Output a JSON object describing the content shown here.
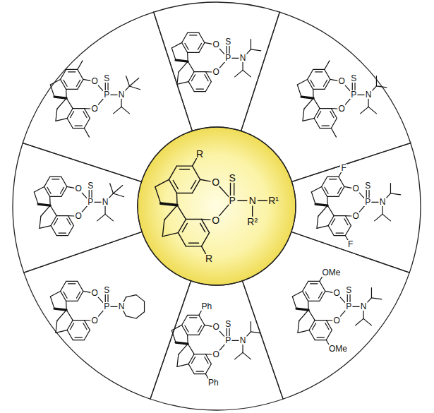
{
  "diagram": {
    "nodes": [
      {
        "text": [
          "R",
          "S",
          "O",
          "P",
          "N",
          "R¹",
          "O",
          "R²",
          "R"
        ]
      },
      {
        "text": [
          "S",
          "O",
          "P",
          "N",
          "O"
        ]
      },
      {
        "text": [
          "S",
          "O",
          "P",
          "N",
          "O"
        ]
      },
      {
        "text": [
          "F",
          "S",
          "O",
          "P",
          "N",
          "O",
          "F"
        ]
      },
      {
        "text": [
          "OMe",
          "S",
          "O",
          "P",
          "N",
          "O",
          "OMe"
        ]
      },
      {
        "text": [
          "Ph",
          "S",
          "O",
          "P",
          "N",
          "O",
          "Ph"
        ]
      },
      {
        "text": [
          "S",
          "O",
          "P",
          "N",
          "O"
        ]
      },
      {
        "text": [
          "S",
          "O",
          "P",
          "N",
          "O"
        ]
      },
      {
        "text": [
          "S",
          "O",
          "P",
          "N",
          "O"
        ]
      }
    ]
  }
}
